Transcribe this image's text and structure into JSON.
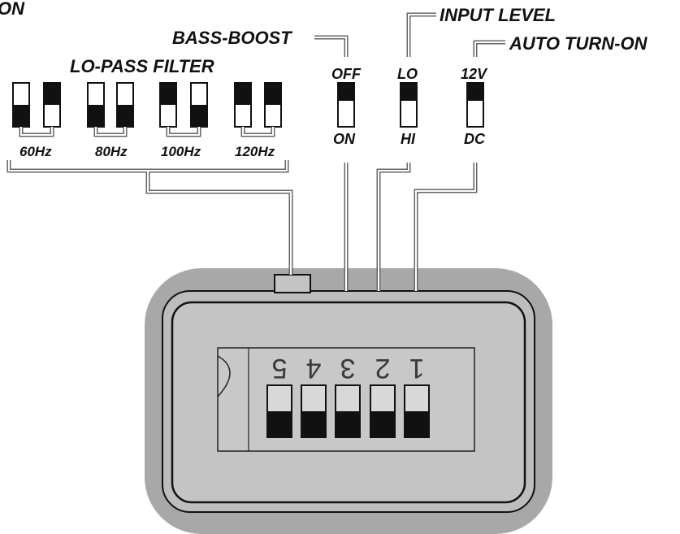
{
  "labels": {
    "corner": "ON",
    "bass_boost": "BASS-BOOST",
    "input_level": "INPUT LEVEL",
    "auto_turn_on": "AUTO TURN-ON",
    "lo_pass_filter": "LO-PASS FILTER"
  },
  "filter_freqs": [
    "60Hz",
    "80Hz",
    "100Hz",
    "120Hz"
  ],
  "switch_options": {
    "bass_boost": {
      "top": "OFF",
      "bottom": "ON"
    },
    "input_level": {
      "top": "LO",
      "bottom": "HI"
    },
    "auto_turn_on": {
      "top": "12V",
      "bottom": "DC"
    }
  },
  "dip_numbers": [
    "5",
    "4",
    "3",
    "2",
    "1"
  ]
}
